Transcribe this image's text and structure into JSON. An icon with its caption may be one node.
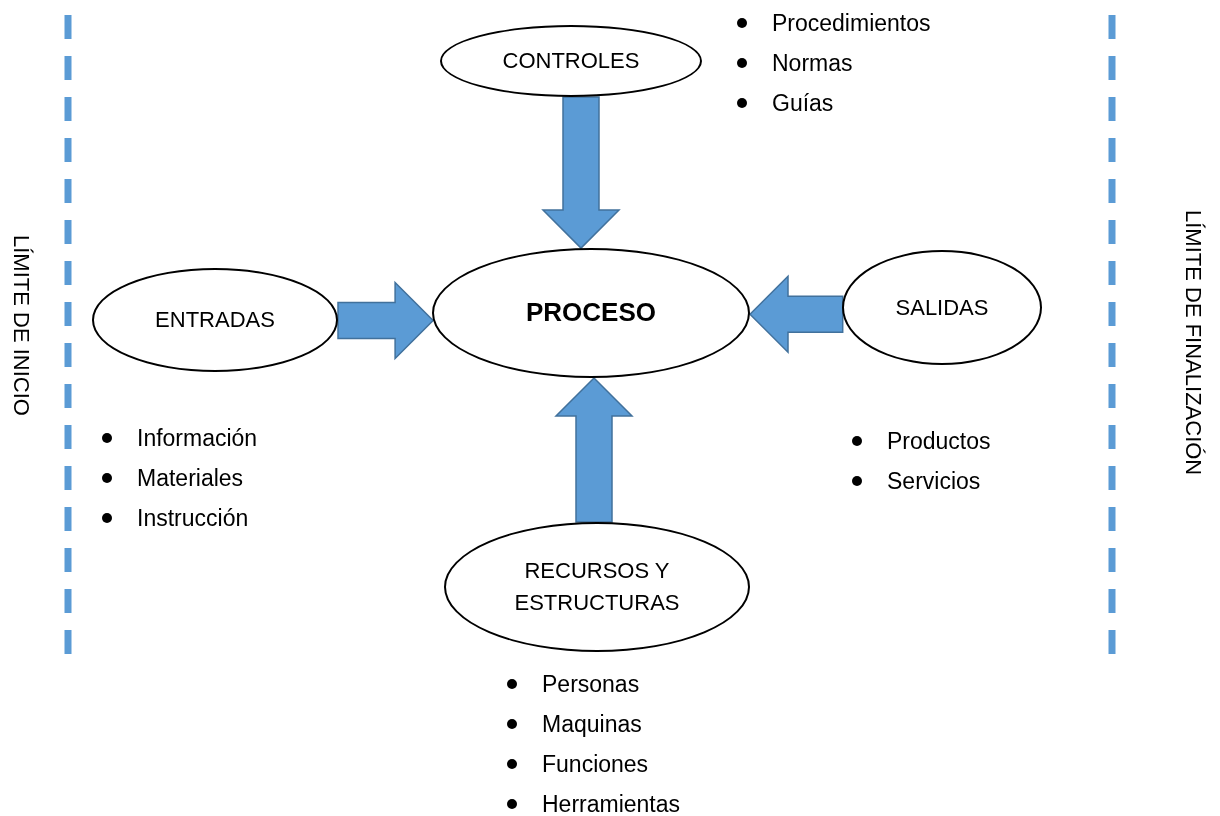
{
  "diagram": {
    "nodes": [
      {
        "text": [
          "CONTROLES"
        ],
        "beside": [
          "Procedimientos",
          "Normas",
          "Guías"
        ]
      },
      {
        "text": [
          "ENTRADAS"
        ],
        "beside": [
          "Información",
          "Materiales",
          "Instrucción"
        ]
      },
      {
        "text": [
          "PROCESO"
        ]
      },
      {
        "text": [
          "SALIDAS"
        ],
        "beside": [
          "Productos",
          "Servicios"
        ]
      },
      {
        "text": [
          "RECURSOS Y ESTRUCTURAS"
        ],
        "beside": [
          "Personas",
          "Maquinas",
          "Funciones",
          "Herramientas"
        ]
      }
    ],
    "edges": [
      {
        "from": 0,
        "to": 2,
        "arrow": "to"
      },
      {
        "from": 1,
        "to": 2,
        "arrow": "to"
      },
      {
        "from": 3,
        "to": 2,
        "arrow": "to"
      },
      {
        "from": 4,
        "to": 2,
        "arrow": "to"
      }
    ],
    "labels": [
      "LÍMITE DE INICIO",
      "LÍMITE DE FINALIZACIÓN"
    ]
  }
}
